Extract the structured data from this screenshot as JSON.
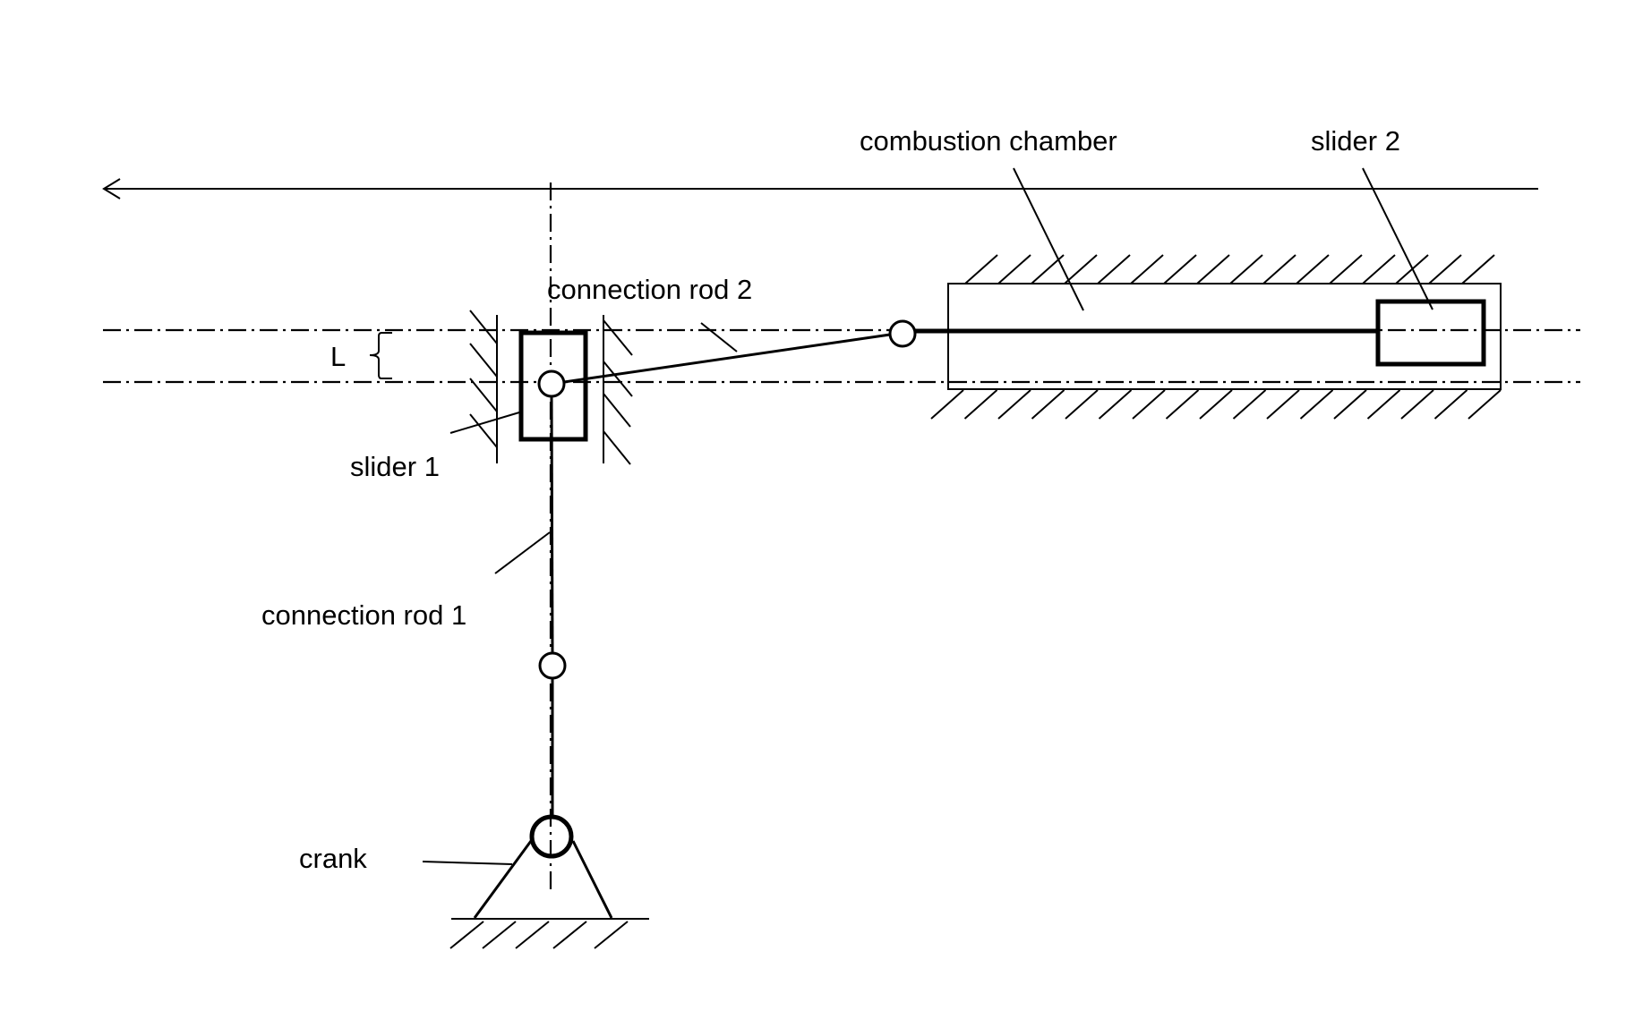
{
  "diagram": {
    "title": "Crank–slider mechanism with combustion chamber",
    "labels": {
      "combustion_chamber": "combustion chamber",
      "slider_2": "slider 2",
      "connection_rod_2": "connection rod 2",
      "offset": "L",
      "slider_1": "slider 1",
      "connection_rod_1": "connection rod 1",
      "crank": "crank"
    },
    "components": [
      {
        "id": "direction-arrow",
        "kind": "arrow",
        "direction": "left"
      },
      {
        "id": "slider-1",
        "kind": "slider",
        "guide": "vertical"
      },
      {
        "id": "slider-2",
        "kind": "slider",
        "guide": "horizontal",
        "inside": "combustion-chamber"
      },
      {
        "id": "combustion-chamber",
        "kind": "housing"
      },
      {
        "id": "connection-rod-1",
        "kind": "link",
        "from": "crank",
        "to": "slider-1"
      },
      {
        "id": "connection-rod-2",
        "kind": "link",
        "from": "slider-1",
        "to": "slider-2"
      },
      {
        "id": "crank",
        "kind": "ground-pivot"
      }
    ]
  }
}
